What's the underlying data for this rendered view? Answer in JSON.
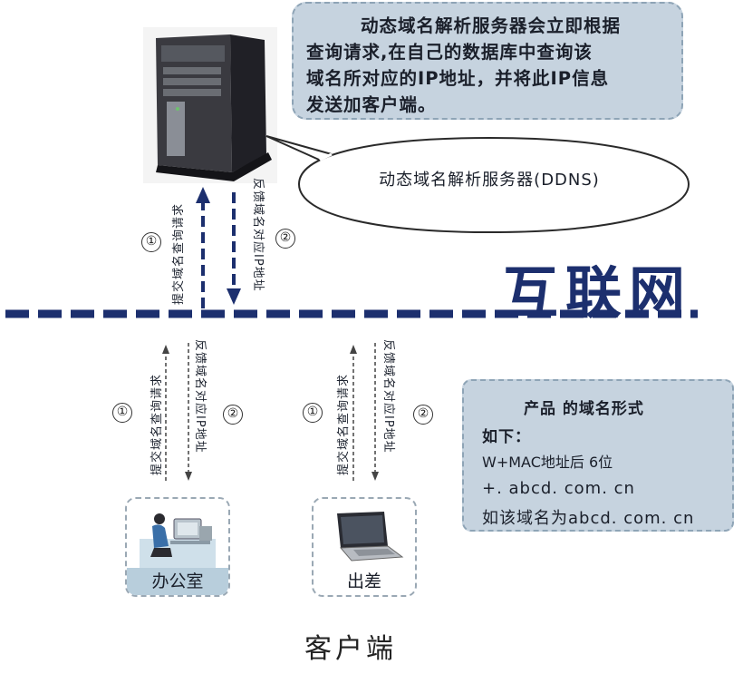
{
  "info_box": {
    "lines": [
      "动态域名解析服务器会立即根据",
      "查询请求,在自己的数据库中查询该",
      "域名所对应的IP地址，并将此IP信息",
      "发送加客户端。"
    ]
  },
  "ddns_label": "动态域名解析服务器(DDNS)",
  "internet_title": "互联网",
  "step_labels": {
    "submit_query": "提交域名查询请求",
    "return_ip": "反馈域名对应IP地址"
  },
  "step_numbers": {
    "one": "①",
    "two": "②"
  },
  "product_box": {
    "line1": "产品 的域名形式",
    "line2": "如下：",
    "line3": "W+MAC地址后 6位",
    "line4": "+. abcd. com. cn",
    "line5": "如该域名为abcd. com. cn"
  },
  "clients": {
    "office": "办公室",
    "travel": "出差"
  },
  "clients_title": "客户端",
  "colors": {
    "navy": "#1c2f6e",
    "box_fill": "#c6d3df",
    "box_border": "#8ea4b6"
  },
  "icons": [
    "server-icon",
    "speech-bubble",
    "arrow-up-icon",
    "arrow-down-icon",
    "office-worker-icon",
    "laptop-icon"
  ]
}
